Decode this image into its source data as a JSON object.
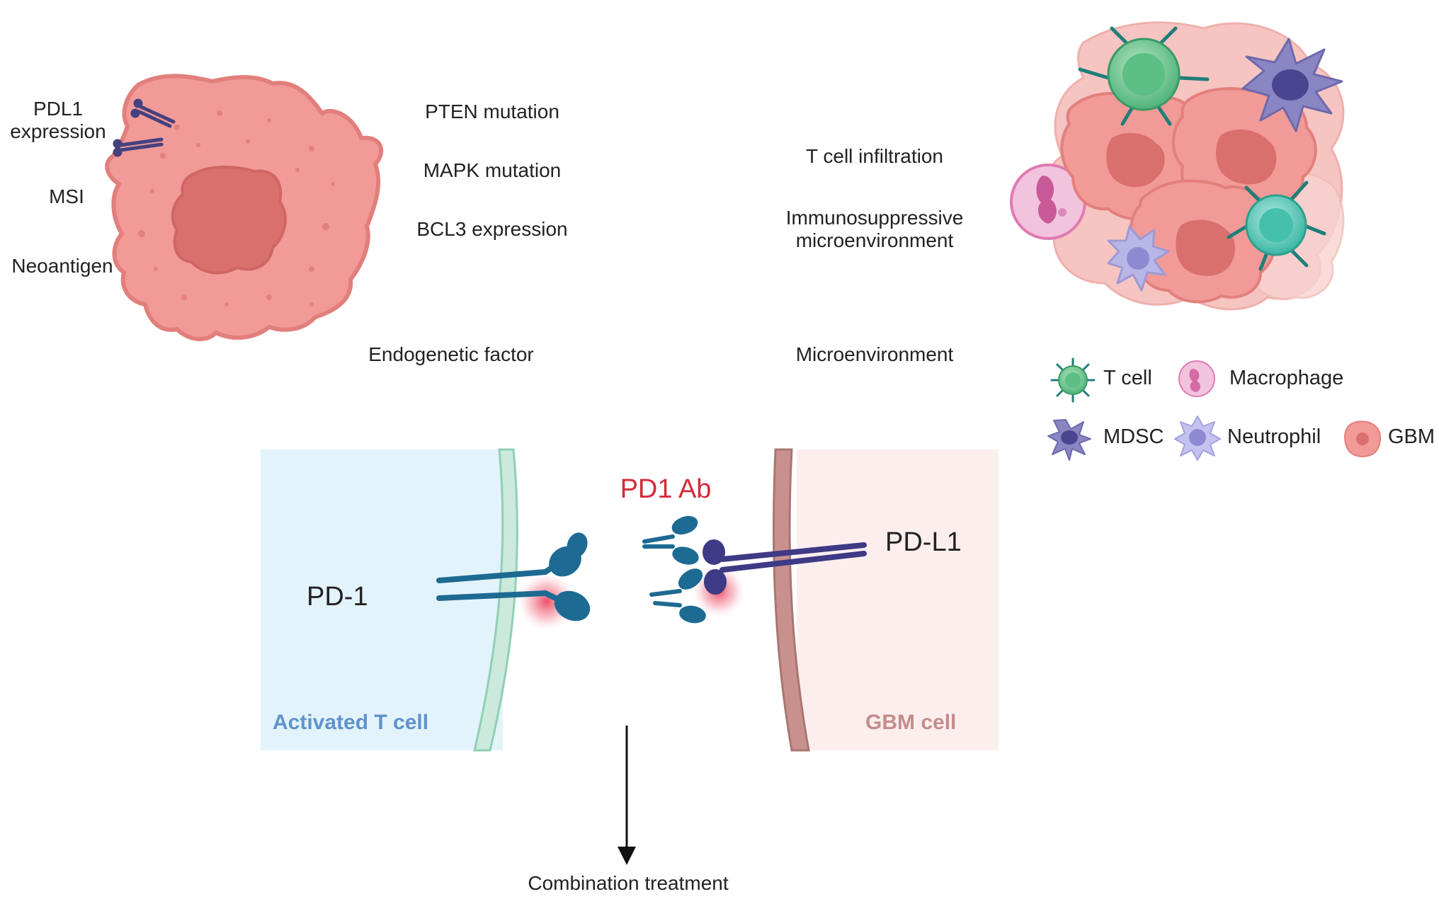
{
  "tumor_cell": {
    "labels": {
      "pdl1_line1": "PDL1",
      "pdl1_line2": "expression",
      "msi": "MSI",
      "neoantigen": "Neoantigen"
    }
  },
  "endogenetic": {
    "items": [
      "PTEN mutation",
      "MAPK mutation",
      "BCL3 expression"
    ],
    "title": "Endogenetic factor"
  },
  "microenvironment": {
    "items": [
      "T cell infiltration"
    ],
    "immuno_line1": "Immunosuppressive",
    "immuno_line2": "microenvironment",
    "title": "Microenvironment"
  },
  "legend": {
    "items": [
      "T cell",
      "Macrophage",
      "MDSC",
      "Neutrophil",
      "GBM"
    ]
  },
  "checkpoint": {
    "antibody_label": "PD1 Ab",
    "pd1_label": "PD-1",
    "pdl1_label": "PD-L1",
    "t_cell_label": "Activated T cell",
    "gbm_cell_label": "GBM cell"
  },
  "outcome": {
    "label": "Combination treatment"
  },
  "colors": {
    "tumor_fill": "#f19a97",
    "nucleus_fill": "#d9706e",
    "t_cell_panel": "#e3f3fb",
    "gbm_panel": "#fdeeee",
    "pd1_blue": "#1d6a93",
    "pdl1_purple": "#3f3a85",
    "antibody_red": "#d42a3a",
    "membrane_green": "#9fd3c0",
    "membrane_brown": "#a77772"
  }
}
